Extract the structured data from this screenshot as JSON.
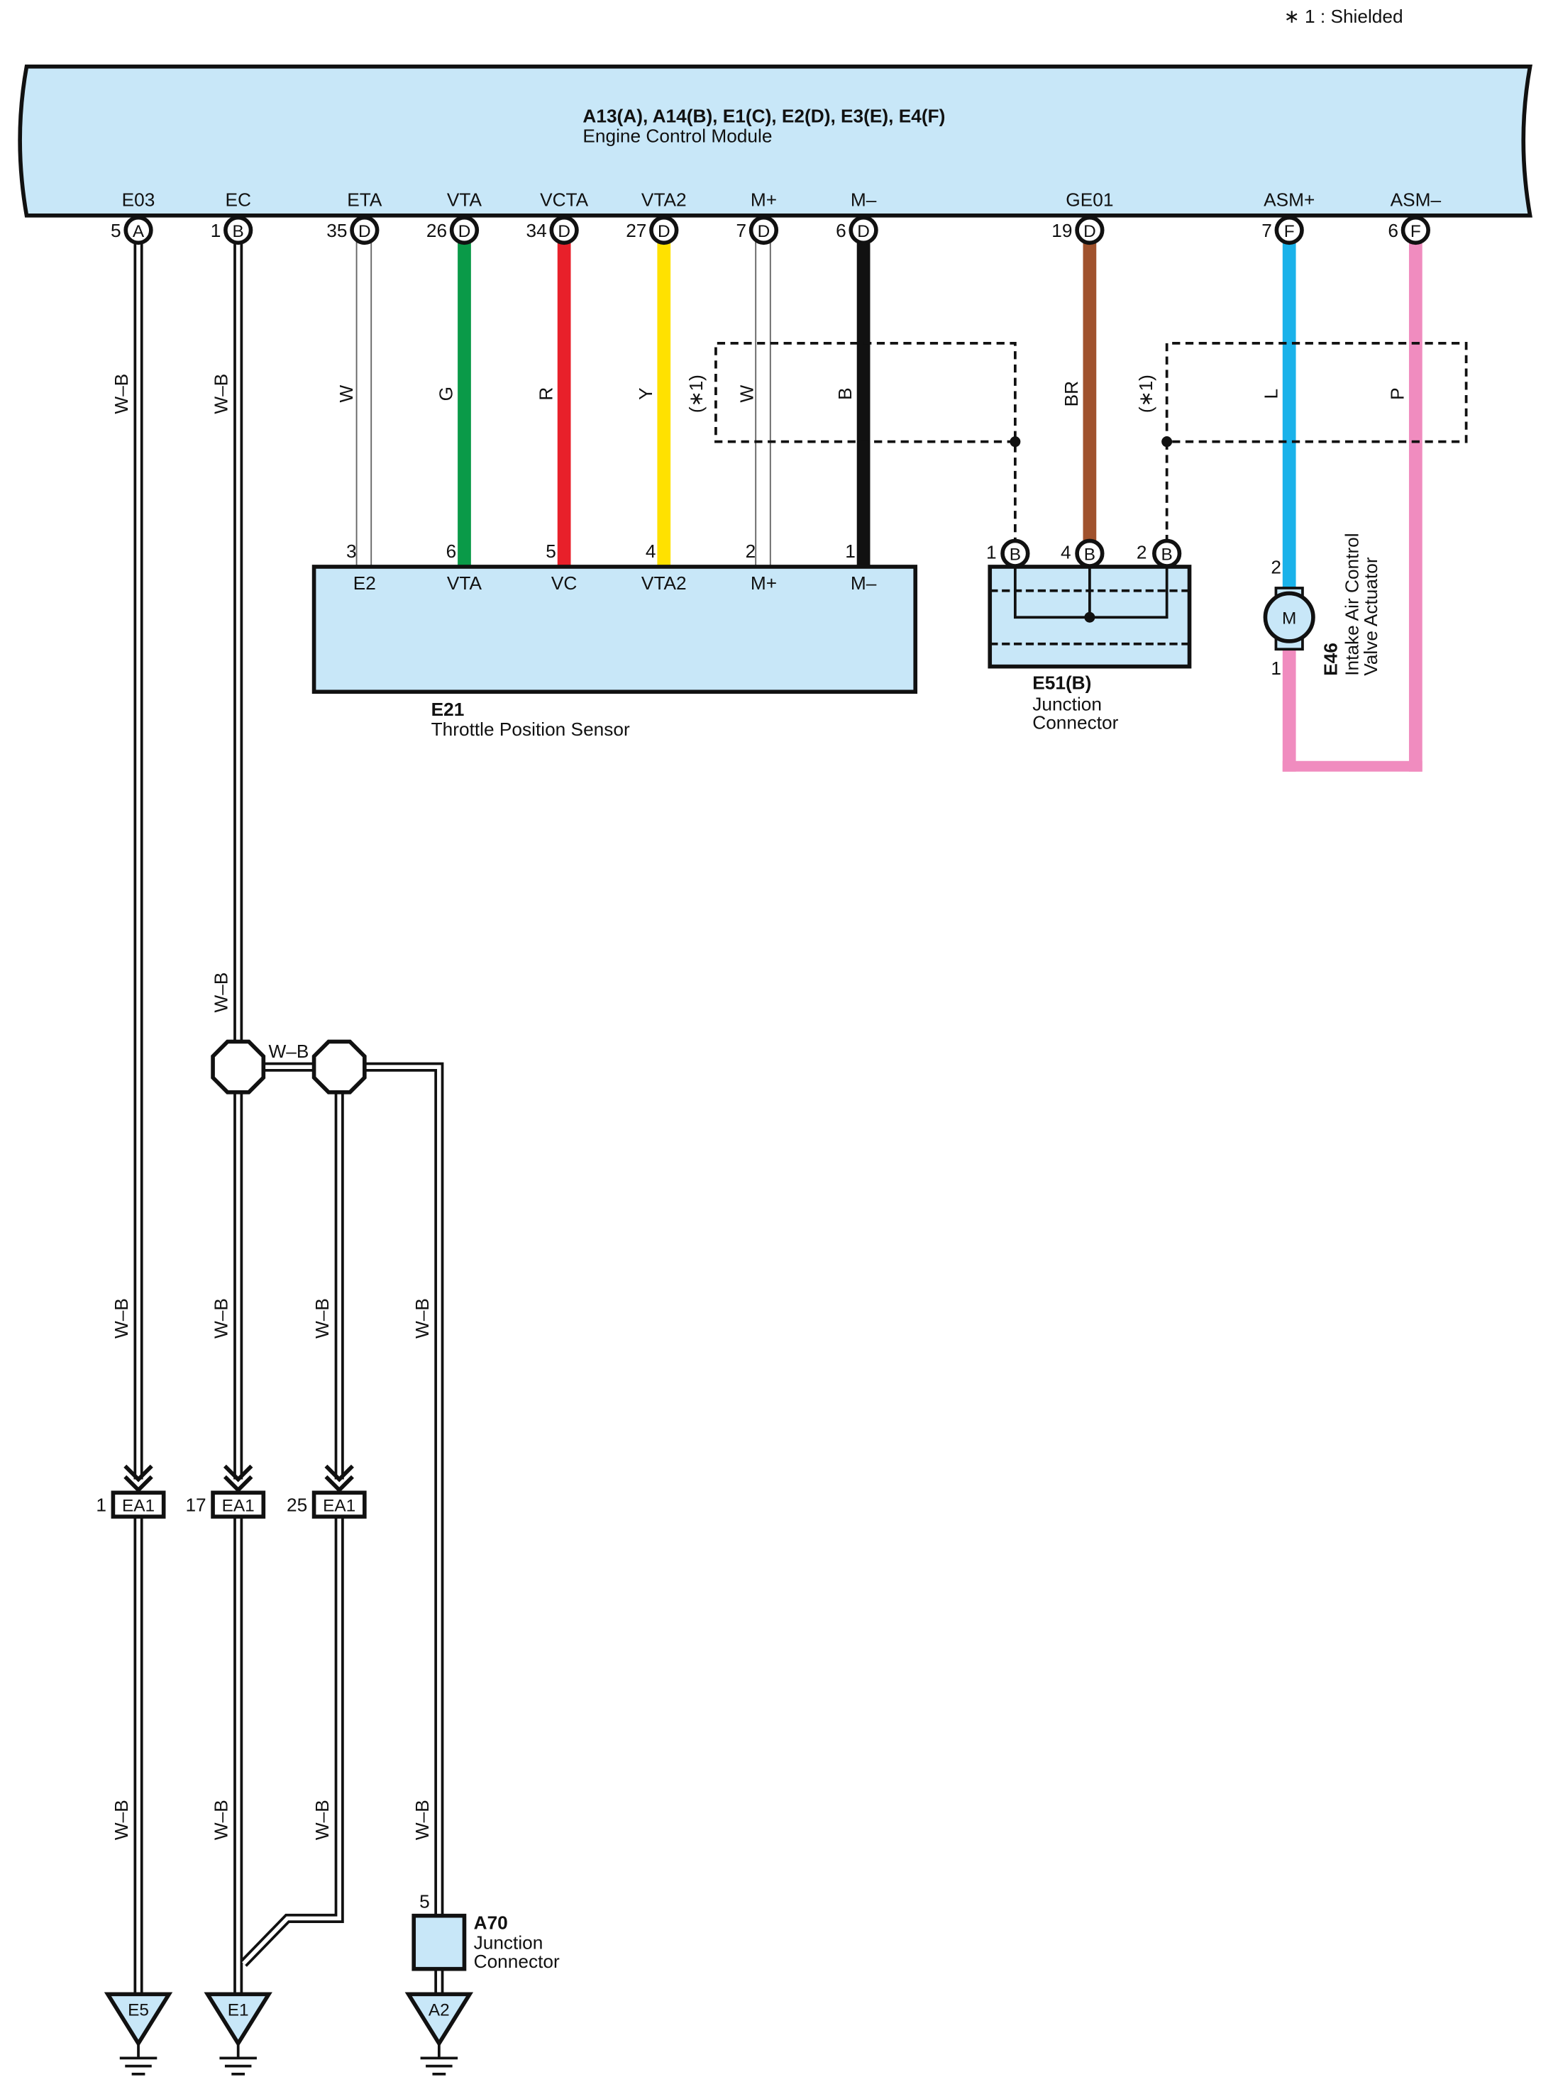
{
  "note": "∗ 1 : Shielded",
  "ecm": {
    "connectors_label": "A13(A), A14(B), E1(C), E2(D), E3(E), E4(F)",
    "name": "Engine Control Module",
    "pins": [
      {
        "label": "E03",
        "num": "5",
        "conn": "A"
      },
      {
        "label": "EC",
        "num": "1",
        "conn": "B"
      },
      {
        "label": "ETA",
        "num": "35",
        "conn": "D"
      },
      {
        "label": "VTA",
        "num": "26",
        "conn": "D"
      },
      {
        "label": "VCTA",
        "num": "34",
        "conn": "D"
      },
      {
        "label": "VTA2",
        "num": "27",
        "conn": "D"
      },
      {
        "label": "M+",
        "num": "7",
        "conn": "D"
      },
      {
        "label": "M–",
        "num": "6",
        "conn": "D"
      },
      {
        "label": "GE01",
        "num": "19",
        "conn": "D"
      },
      {
        "label": "ASM+",
        "num": "7",
        "conn": "F"
      },
      {
        "label": "ASM–",
        "num": "6",
        "conn": "F"
      }
    ]
  },
  "wire_colors": {
    "W": "#ffffff",
    "G": "#0a9a48",
    "R": "#e8202a",
    "Y": "#ffe100",
    "B": "#111111",
    "BR": "#a0522d",
    "L": "#1ab2ea",
    "P": "#f08cbf",
    "W-B": "#ffffff"
  },
  "wires": {
    "w_eta": "W",
    "w_vta": "G",
    "w_vcta": "R",
    "w_vta2": "Y",
    "w_mplus": "W",
    "w_mminus": "B",
    "w_ge01": "BR",
    "w_asmplus": "L",
    "w_asmminus": "P",
    "shield1": "(∗1)",
    "shield2": "(∗1)"
  },
  "ground_wire_label": "W–B",
  "throttle": {
    "code": "E21",
    "name": "Throttle Position Sensor",
    "pins": [
      {
        "label": "E2",
        "num": "3"
      },
      {
        "label": "VTA",
        "num": "6"
      },
      {
        "label": "VC",
        "num": "5"
      },
      {
        "label": "VTA2",
        "num": "4"
      },
      {
        "label": "M+",
        "num": "2"
      },
      {
        "label": "M–",
        "num": "1"
      }
    ]
  },
  "junction_e51": {
    "code": "E51(B)",
    "name_line1": "Junction",
    "name_line2": "Connector",
    "pins": [
      {
        "num": "1",
        "conn": "B"
      },
      {
        "num": "4",
        "conn": "B"
      },
      {
        "num": "2",
        "conn": "B"
      }
    ]
  },
  "actuator": {
    "code": "E46",
    "name_line1": "Intake Air Control",
    "name_line2": "Valve Actuator",
    "motor": "M",
    "pin_top": "2",
    "pin_bottom": "1"
  },
  "ea1": [
    {
      "num": "1",
      "label": "EA1"
    },
    {
      "num": "17",
      "label": "EA1"
    },
    {
      "num": "25",
      "label": "EA1"
    }
  ],
  "junction_a70": {
    "code": "A70",
    "name_line1": "Junction",
    "name_line2": "Connector",
    "pin": "5"
  },
  "grounds": [
    "E5",
    "E1",
    "A2"
  ]
}
